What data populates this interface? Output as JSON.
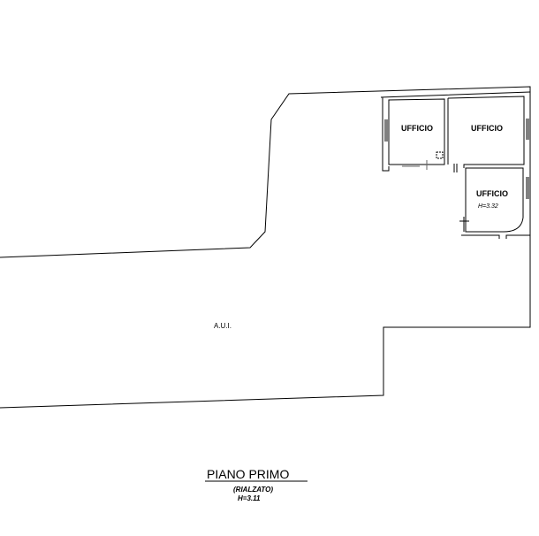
{
  "rooms": [
    {
      "label": "UFFICIO"
    },
    {
      "label": "UFFICIO"
    },
    {
      "label": "UFFICIO",
      "height": "H=3.32"
    }
  ],
  "area_label": "A.U.I.",
  "title": {
    "main": "PIANO PRIMO",
    "sub": "(RIALZATO)",
    "height": "H=3.11"
  }
}
